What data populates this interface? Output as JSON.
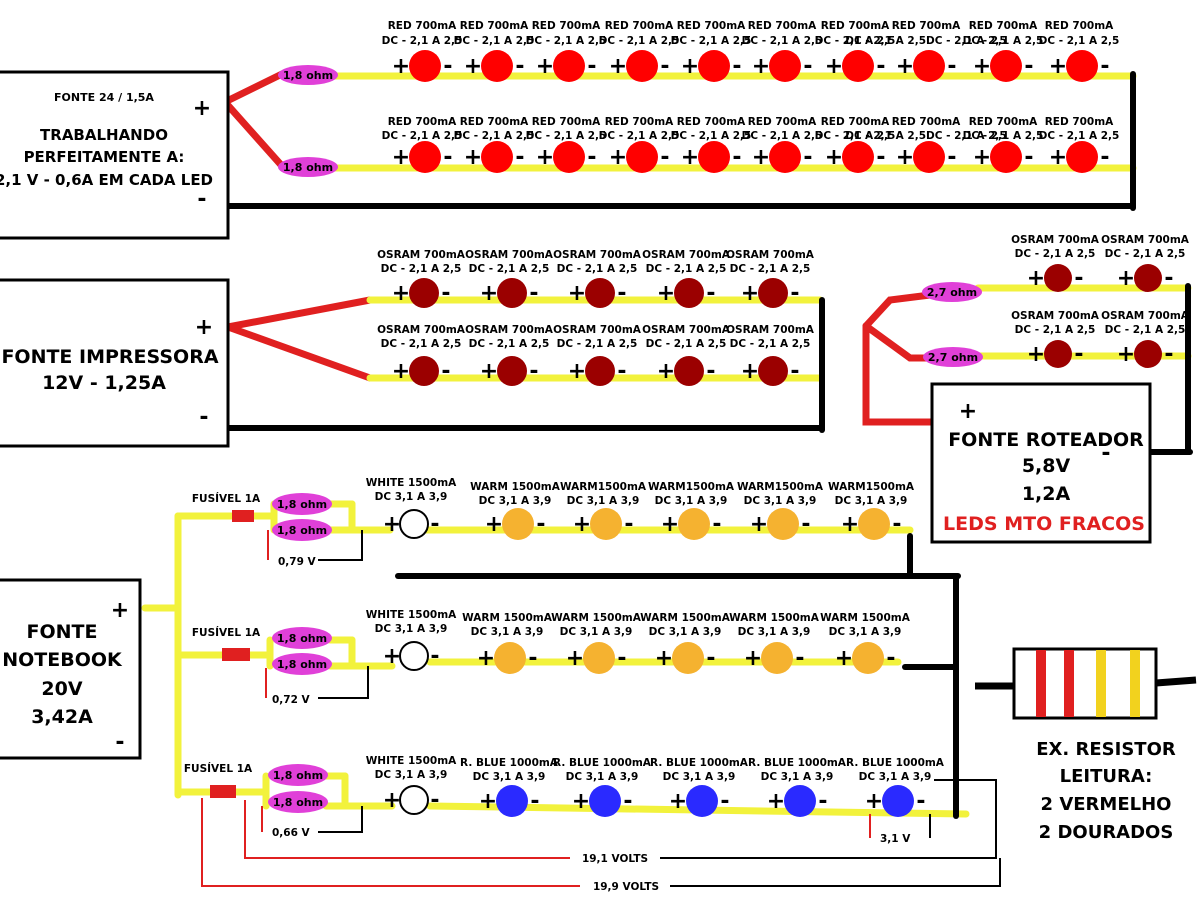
{
  "colors": {
    "wire_yellow": "#f2f23c",
    "wire_red": "#e02020",
    "wire_black": "#000000",
    "led_red": "#ff0000",
    "led_osram": "#9b0000",
    "led_warm": "#f5b230",
    "led_blue": "#2a2aff",
    "led_white": "#ffffff",
    "resistor_pink": "#e040d8",
    "fuse_red": "#e02020",
    "highlight_red": "#e02020"
  },
  "symbols": {
    "plus": "+",
    "minus": "-"
  },
  "supplies": {
    "fonte24": {
      "model": "FONTE 24 / 1,5A",
      "line1": "TRABALHANDO",
      "line2": "PERFEITAMENTE A:",
      "line3": "2,1 V - 0,6A EM CADA LED"
    },
    "impressora": {
      "line1": "FONTE IMPRESSORA",
      "line2": "12V - 1,25A"
    },
    "roteador": {
      "line1": "FONTE ROTEADOR",
      "line2": "5,8V",
      "line3": "1,2A",
      "warning": "LEDS MTO FRACOS"
    },
    "notebook": {
      "line1": "FONTE",
      "line2": "NOTEBOOK",
      "line3": "20V",
      "line4": "3,42A"
    }
  },
  "resistors": {
    "r18": "1,8 ohm",
    "r27": "2,7 ohm"
  },
  "fuse_label": "FUSÍVEL 1A",
  "led_labels": {
    "red_name": "RED 700mA",
    "red_spec": "DC - 2,1 A 2,5",
    "red_spec_alt": "DC - 2,1 A 2,5DC - 2,1 A 2,5",
    "osram_name": "OSRAM 700mA",
    "osram_spec": "DC - 2,1 A 2,5",
    "white_name": "WHITE 1500mA",
    "white_spec": "DC 3,1 A 3,9",
    "warm_name": "WARM1500mA",
    "warm_name_b": "WARM 1500mA",
    "warm_spec": "DC 3,1 A 3,9",
    "blue_name": "R. BLUE 1000mA",
    "blue_spec": "DC 3,1 A 3,9"
  },
  "measurements": {
    "v1": "0,79 V",
    "v2": "0,72 V",
    "v3": "0,66 V",
    "v_led": "3,1 V",
    "total1": "19,1 VOLTS",
    "total2": "19,9 VOLTS"
  },
  "resistor_example": {
    "line1": "EX. RESISTOR",
    "line2": "LEITURA:",
    "line3": "2 VERMELHO",
    "line4": "2 DOURADOS",
    "band_colors": [
      "#e02020",
      "#e02020",
      "#f2d21e",
      "#f2d21e"
    ]
  }
}
